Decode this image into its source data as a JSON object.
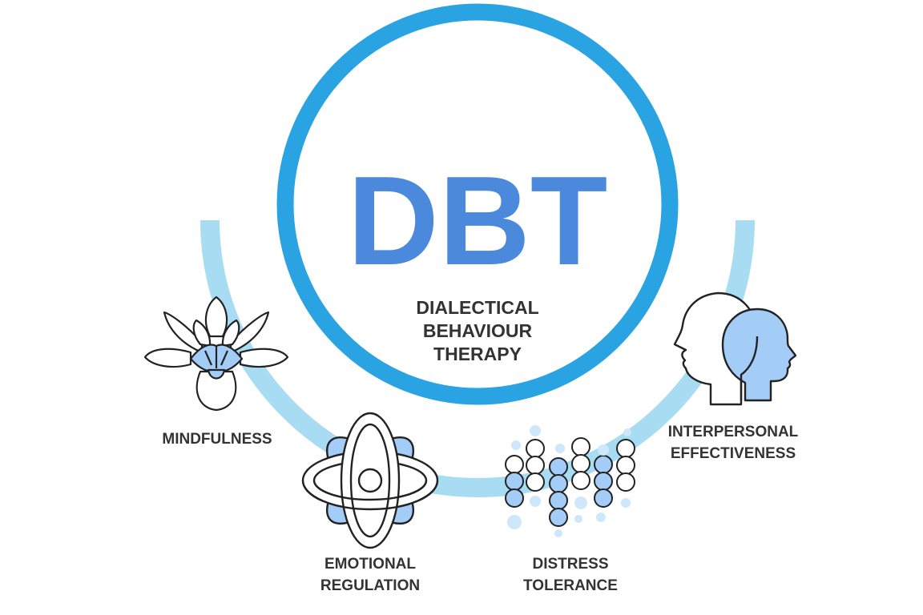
{
  "title": "DBT",
  "subtitle": [
    "DIALECTICAL",
    "BEHAVIOUR",
    "THERAPY"
  ],
  "skills": [
    {
      "id": "mindfulness",
      "lines": [
        "MINDFULNESS"
      ],
      "icon": "lotus-flower-icon"
    },
    {
      "id": "emotional-regulation",
      "lines": [
        "EMOTIONAL",
        "REGULATION"
      ],
      "icon": "atom-orbit-icon"
    },
    {
      "id": "distress-tolerance",
      "lines": [
        "DISTRESS",
        "TOLERANCE"
      ],
      "icon": "bubble-columns-icon"
    },
    {
      "id": "interpersonal-effectiveness",
      "lines": [
        "INTERPERSONAL",
        "EFFECTIVENESS"
      ],
      "icon": "two-heads-icon"
    }
  ],
  "colors": {
    "ring": "#29a3e2",
    "arc": "#a8dcf3",
    "title": "#4a89dc",
    "text": "#333333",
    "icon_fill": "#a3cdf7",
    "outline": "#222222"
  }
}
